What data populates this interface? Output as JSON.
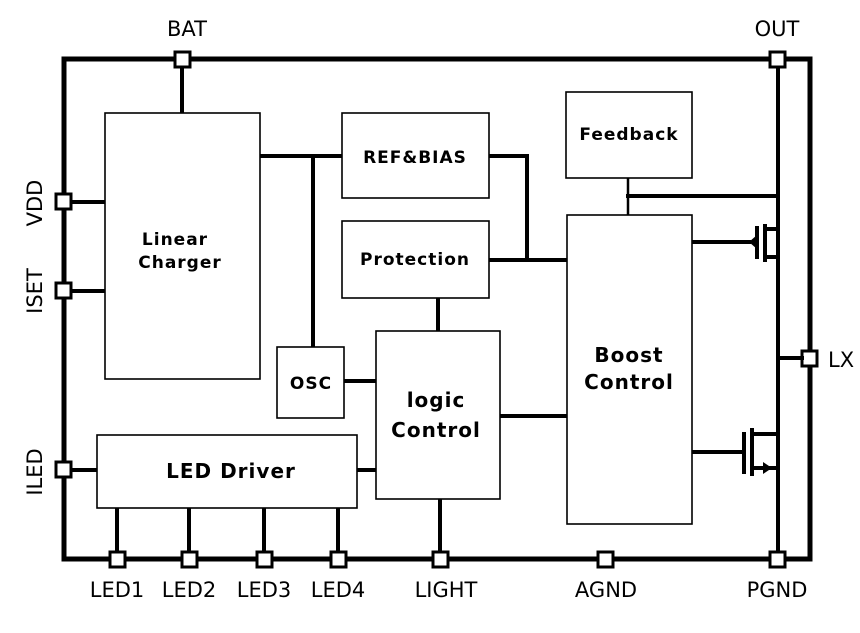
{
  "pins": {
    "bat": "BAT",
    "out": "OUT",
    "vdd": "VDD",
    "iset": "ISET",
    "iled": "ILED",
    "lx": "LX",
    "led1": "LED1",
    "led2": "LED2",
    "led3": "LED3",
    "led4": "LED4",
    "light": "LIGHT",
    "agnd": "AGND",
    "pgnd": "PGND"
  },
  "blocks": {
    "linear_charger": [
      "Linear",
      "Charger"
    ],
    "ref_bias": "REF&BIAS",
    "feedback": "Feedback",
    "protection": "Protection",
    "osc": "OSC",
    "logic_control": [
      "logic",
      "Control"
    ],
    "boost_control": [
      "Boost",
      "Control"
    ],
    "led_driver": "LED Driver"
  }
}
